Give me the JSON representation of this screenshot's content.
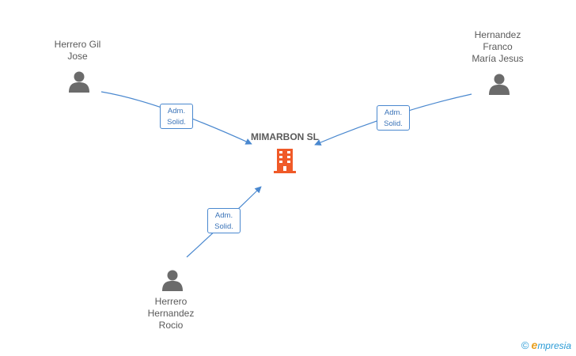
{
  "company": {
    "name": "MIMARBON SL",
    "icon": "building-icon",
    "icon_color": "#f05a28"
  },
  "persons": [
    {
      "id": "herrero-gil",
      "name_lines": [
        "Herrero Gil",
        "Jose"
      ],
      "icon": "person-icon"
    },
    {
      "id": "hernandez-franco",
      "name_lines": [
        "Hernandez",
        "Franco",
        "María Jesus"
      ],
      "icon": "person-icon"
    },
    {
      "id": "herrero-hernandez",
      "name_lines": [
        "Herrero",
        "Hernandez",
        "Rocio"
      ],
      "icon": "person-icon"
    }
  ],
  "relations": [
    {
      "from": "herrero-gil",
      "label_lines": [
        "Adm.",
        "Solid."
      ]
    },
    {
      "from": "hernandez-franco",
      "label_lines": [
        "Adm.",
        "Solid."
      ]
    },
    {
      "from": "herrero-hernandez",
      "label_lines": [
        "Adm.",
        "Solid."
      ]
    }
  ],
  "colors": {
    "edge": "#4a88cf",
    "person_icon": "#6b6b6b",
    "text": "#5a5a5a"
  },
  "watermark": {
    "symbol": "©",
    "brand_first": "e",
    "brand_rest": "mpresia"
  }
}
